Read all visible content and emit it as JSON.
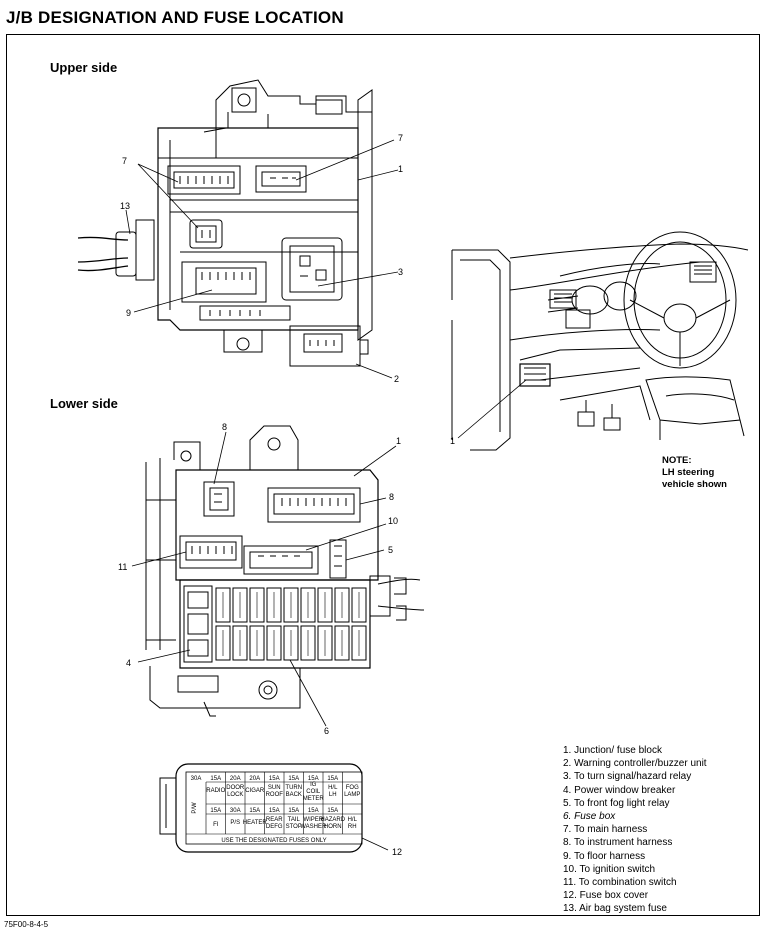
{
  "title": "J/B DESIGNATION AND FUSE LOCATION",
  "sections": {
    "upper": "Upper side",
    "lower": "Lower side"
  },
  "note": {
    "heading": "NOTE:",
    "lines": [
      "LH steering",
      "vehicle shown"
    ]
  },
  "callouts": {
    "c1": "1",
    "c2": "2",
    "c3": "3",
    "c4": "4",
    "c5": "5",
    "c6": "6",
    "c7": "7",
    "c8": "8",
    "c9": "9",
    "c10": "10",
    "c11": "11",
    "c12": "12",
    "c13": "13"
  },
  "legend": [
    "1. Junction/ fuse block",
    "2. Warning controller/buzzer unit",
    "3. To turn signal/hazard relay",
    "4. Power window breaker",
    "5. To front fog light relay",
    "6. Fuse box",
    "7. To main harness",
    "8. To instrument harness",
    "9. To floor harness",
    "10. To ignition switch",
    "11. To combination switch",
    "12. Fuse box cover",
    "13. Air bag system fuse"
  ],
  "fuse_cover": {
    "pw": "P/W",
    "row1_amps": [
      "30A",
      "15A",
      "20A",
      "20A",
      "15A",
      "15A",
      "15A",
      "15A"
    ],
    "row1_names": [
      "RADIO",
      "DOOR LOCK",
      "CIGAR",
      "SUN ROOF",
      "TURN BACK",
      "IG COIL METER",
      "H/L LH",
      "FOG LAMP"
    ],
    "row2_amps": [
      "15A",
      "30A",
      "15A",
      "15A",
      "15A",
      "15A",
      "15A"
    ],
    "row2_names": [
      "FI",
      "P/S",
      "HEATER",
      "REAR DEFG",
      "TAIL STOP",
      "WIPER WASHER",
      "HAZARD HORN",
      "H/L RH"
    ],
    "footer": "USE THE DESIGNATED FUSES ONLY"
  },
  "figure_code": "75F00-8-4-5"
}
